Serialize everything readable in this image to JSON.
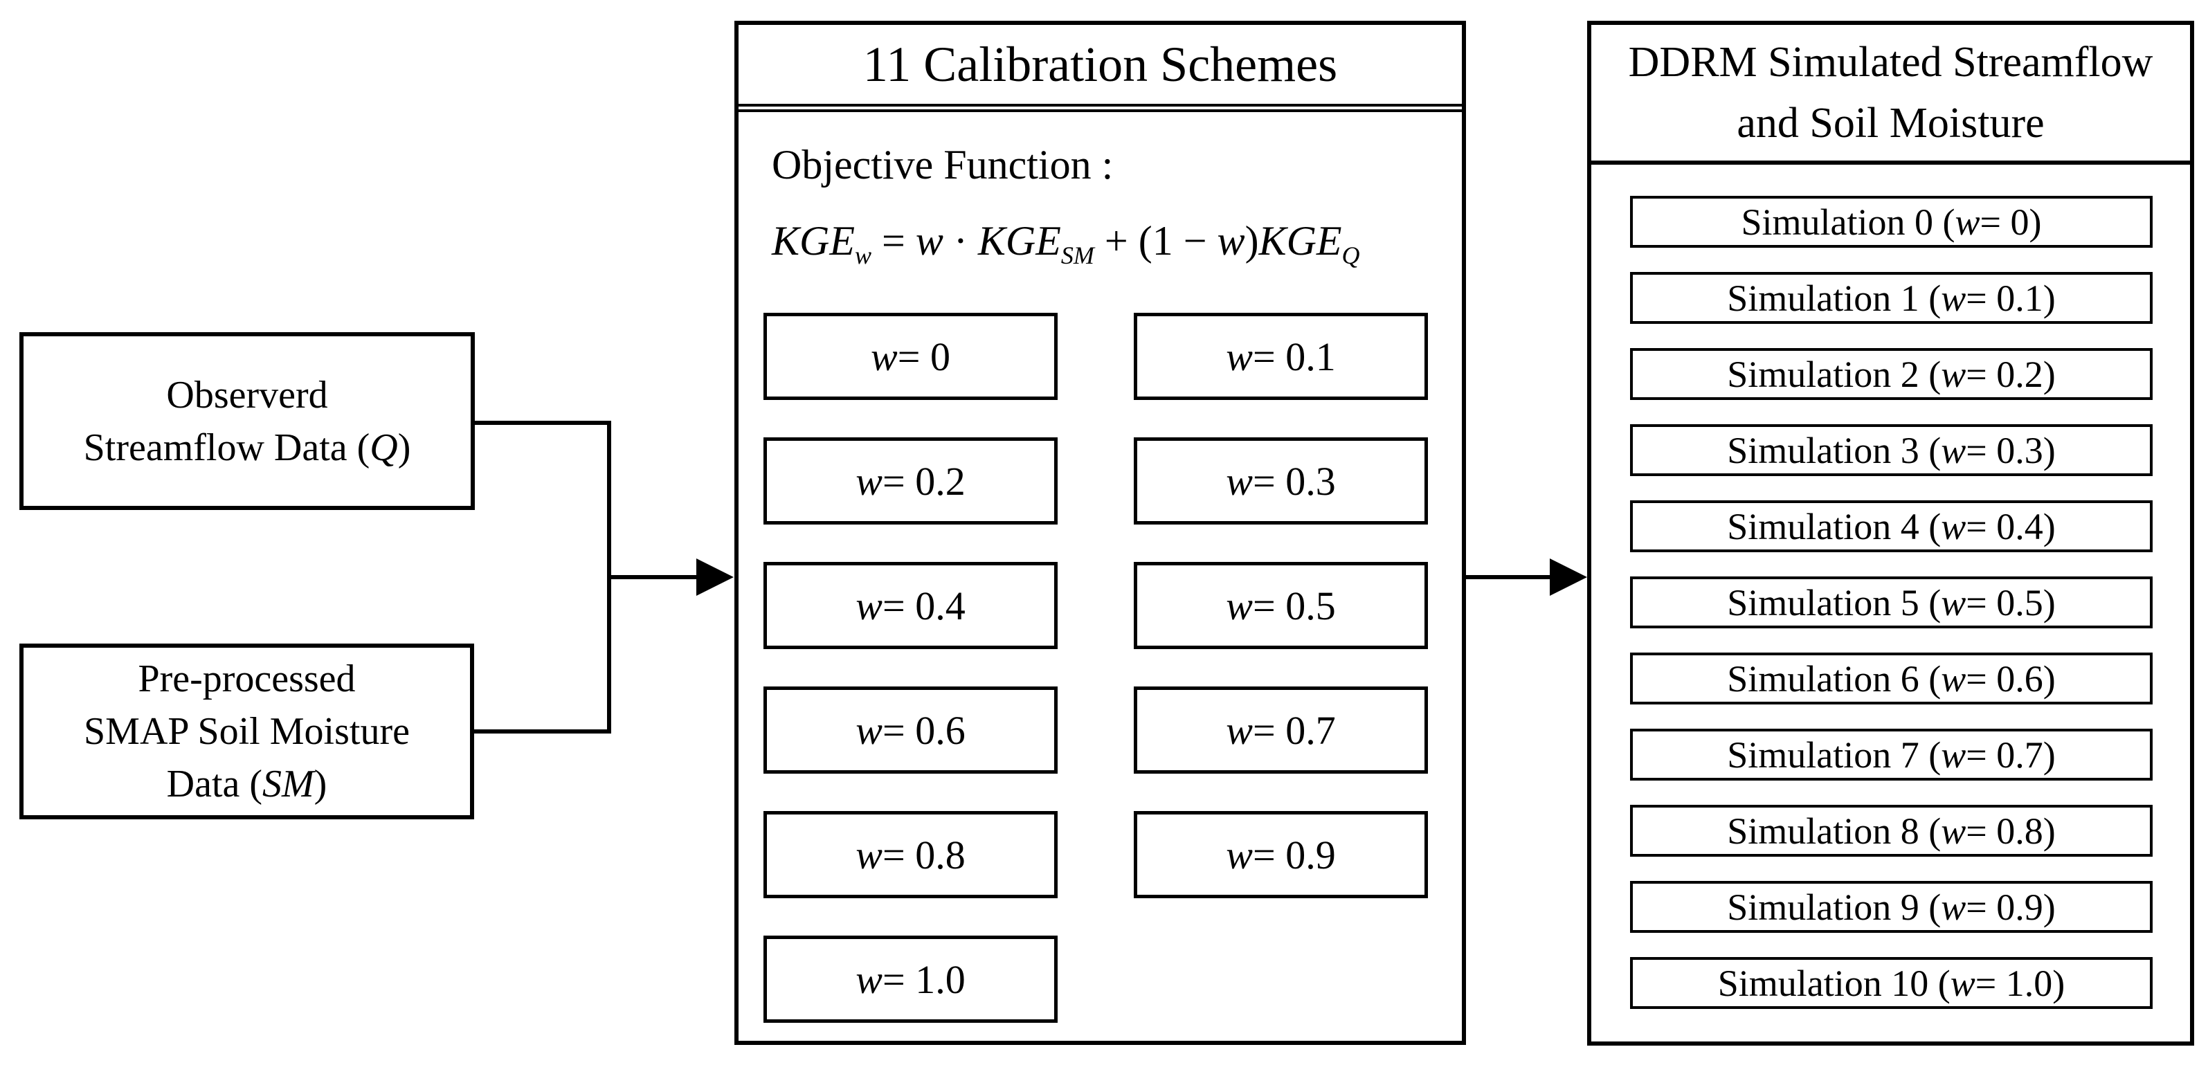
{
  "colors": {
    "ink": "#000000",
    "background": "#ffffff"
  },
  "inputs": [
    {
      "id": "observed-streamflow",
      "lines": [
        [
          {
            "t": "Observerd"
          }
        ],
        [
          {
            "t": "Streamflow Data ("
          },
          {
            "t": "Q",
            "i": true
          },
          {
            "t": ")"
          }
        ]
      ]
    },
    {
      "id": "preprocessed-smap-soil-moisture",
      "lines": [
        [
          {
            "t": "Pre-processed"
          }
        ],
        [
          {
            "t": "SMAP Soil Moisture"
          }
        ],
        [
          {
            "t": "Data ("
          },
          {
            "t": "SM",
            "i": true
          },
          {
            "t": ")"
          }
        ]
      ]
    }
  ],
  "calibration": {
    "title": "11 Calibration Schemes",
    "objective_label": "Objective Function :",
    "formula": [
      {
        "t": "KGE",
        "i": true,
        "sub": "w"
      },
      {
        "t": " = "
      },
      {
        "t": "w",
        "i": true
      },
      {
        "t": " · "
      },
      {
        "t": "KGE",
        "i": true,
        "sub": "SM"
      },
      {
        "t": " + (1 − "
      },
      {
        "t": "w",
        "i": true
      },
      {
        "t": ")"
      },
      {
        "t": "KGE",
        "i": true,
        "sub": "Q"
      }
    ],
    "schemes": [
      [
        {
          "t": "w",
          "i": true
        },
        {
          "t": " = 0"
        }
      ],
      [
        {
          "t": "w",
          "i": true
        },
        {
          "t": " = 0.1"
        }
      ],
      [
        {
          "t": "w",
          "i": true
        },
        {
          "t": " = 0.2"
        }
      ],
      [
        {
          "t": "w",
          "i": true
        },
        {
          "t": " = 0.3"
        }
      ],
      [
        {
          "t": "w",
          "i": true
        },
        {
          "t": " = 0.4"
        }
      ],
      [
        {
          "t": "w",
          "i": true
        },
        {
          "t": " = 0.5"
        }
      ],
      [
        {
          "t": "w",
          "i": true
        },
        {
          "t": " = 0.6"
        }
      ],
      [
        {
          "t": "w",
          "i": true
        },
        {
          "t": " = 0.7"
        }
      ],
      [
        {
          "t": "w",
          "i": true
        },
        {
          "t": " = 0.8"
        }
      ],
      [
        {
          "t": "w",
          "i": true
        },
        {
          "t": " = 0.9"
        }
      ],
      [
        {
          "t": "w",
          "i": true
        },
        {
          "t": " = 1.0"
        }
      ]
    ]
  },
  "output": {
    "title_lines": [
      "DDRM Simulated Streamflow",
      "and Soil Moisture"
    ],
    "simulations": [
      [
        {
          "t": "Simulation 0 ("
        },
        {
          "t": "w",
          "i": true
        },
        {
          "t": " = 0)"
        }
      ],
      [
        {
          "t": "Simulation 1 ("
        },
        {
          "t": "w",
          "i": true
        },
        {
          "t": " = 0.1)"
        }
      ],
      [
        {
          "t": "Simulation 2 ("
        },
        {
          "t": "w",
          "i": true
        },
        {
          "t": " = 0.2)"
        }
      ],
      [
        {
          "t": "Simulation 3 ("
        },
        {
          "t": "w",
          "i": true
        },
        {
          "t": " = 0.3)"
        }
      ],
      [
        {
          "t": "Simulation 4 ("
        },
        {
          "t": "w",
          "i": true
        },
        {
          "t": " = 0.4)"
        }
      ],
      [
        {
          "t": "Simulation 5 ("
        },
        {
          "t": "w",
          "i": true
        },
        {
          "t": " = 0.5)"
        }
      ],
      [
        {
          "t": "Simulation 6 ("
        },
        {
          "t": "w",
          "i": true
        },
        {
          "t": " = 0.6)"
        }
      ],
      [
        {
          "t": "Simulation 7 ("
        },
        {
          "t": "w",
          "i": true
        },
        {
          "t": " = 0.7)"
        }
      ],
      [
        {
          "t": "Simulation 8 ("
        },
        {
          "t": "w",
          "i": true
        },
        {
          "t": " = 0.8)"
        }
      ],
      [
        {
          "t": "Simulation 9 ("
        },
        {
          "t": "w",
          "i": true
        },
        {
          "t": " = 0.9)"
        }
      ],
      [
        {
          "t": "Simulation 10 ("
        },
        {
          "t": "w",
          "i": true
        },
        {
          "t": " = 1.0)"
        }
      ]
    ]
  }
}
